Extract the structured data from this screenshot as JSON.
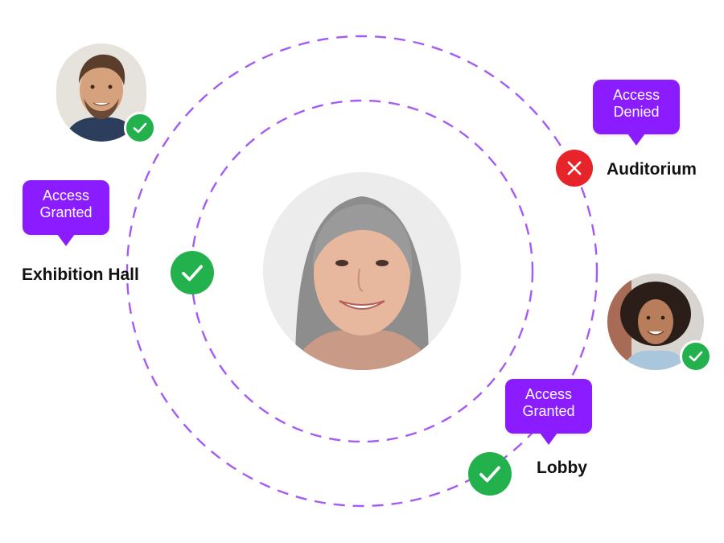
{
  "locations": {
    "exhibition_hall": {
      "name": "Exhibition Hall",
      "status_line1": "Access",
      "status_line2": "Granted",
      "result": "granted"
    },
    "auditorium": {
      "name": "Auditorium",
      "status_line1": "Access",
      "status_line2": "Denied",
      "result": "denied"
    },
    "lobby": {
      "name": "Lobby",
      "status_line1": "Access",
      "status_line2": "Granted",
      "result": "granted"
    }
  },
  "people": [
    {
      "role": "center-person",
      "verified": null
    },
    {
      "role": "top-left-person",
      "verified": true
    },
    {
      "role": "right-person",
      "verified": true
    }
  ],
  "colors": {
    "accent_purple": "#8b1cff",
    "orbit_purple": "#a45bf5",
    "granted_green": "#22b14c",
    "denied_red": "#e8242b",
    "text_dark": "#111111"
  },
  "icons": {
    "granted": "checkmark-icon",
    "denied": "x-cross-icon"
  }
}
